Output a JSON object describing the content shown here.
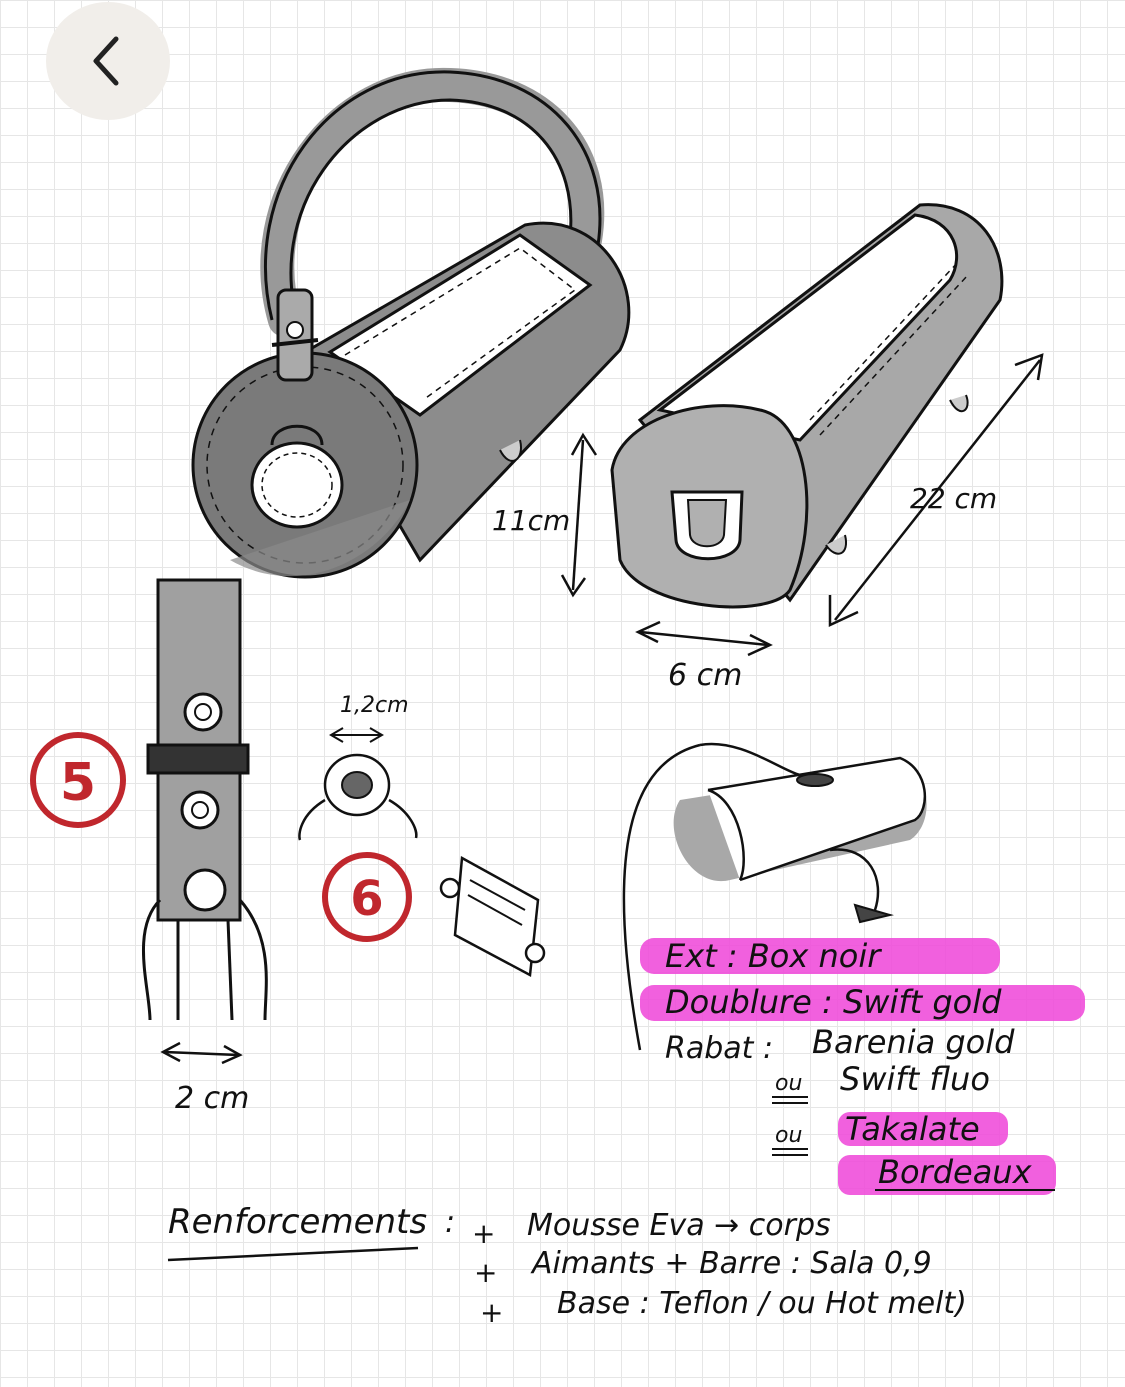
{
  "nav": {
    "back_icon": "chevron-left-icon"
  },
  "dimensions": {
    "height": "11cm",
    "width": "6 cm",
    "length": "22 cm",
    "strap_width": "2 cm",
    "ring_width": "1,2cm"
  },
  "callouts": {
    "five": "5",
    "six": "6"
  },
  "materials": {
    "ext": "Ext : Box noir",
    "doublure": "Doublure : Swift gold",
    "rabat_label": "Rabat :",
    "rabat_1": "Barenia gold",
    "ou_1": "ou",
    "rabat_2": "Swift fluo",
    "ou_2": "ou",
    "rabat_3": "Takalate",
    "rabat_3b": "Bordeaux"
  },
  "renforcements": {
    "title": "Renforcements",
    "colon": ":",
    "bullet_1": "+",
    "item_1": "Mousse Eva → corps",
    "bullet_2": "+",
    "item_2": "Aimants + Barre : Sala 0,9",
    "bullet_3": "+",
    "item_3": "Base : Teflon / ou Hot melt)"
  },
  "colors": {
    "ink": "#111111",
    "shade": "#9a9a9a",
    "highlight": "#ee44d8",
    "circle_red": "#c0272d",
    "button_bg": "#f1eeea"
  }
}
